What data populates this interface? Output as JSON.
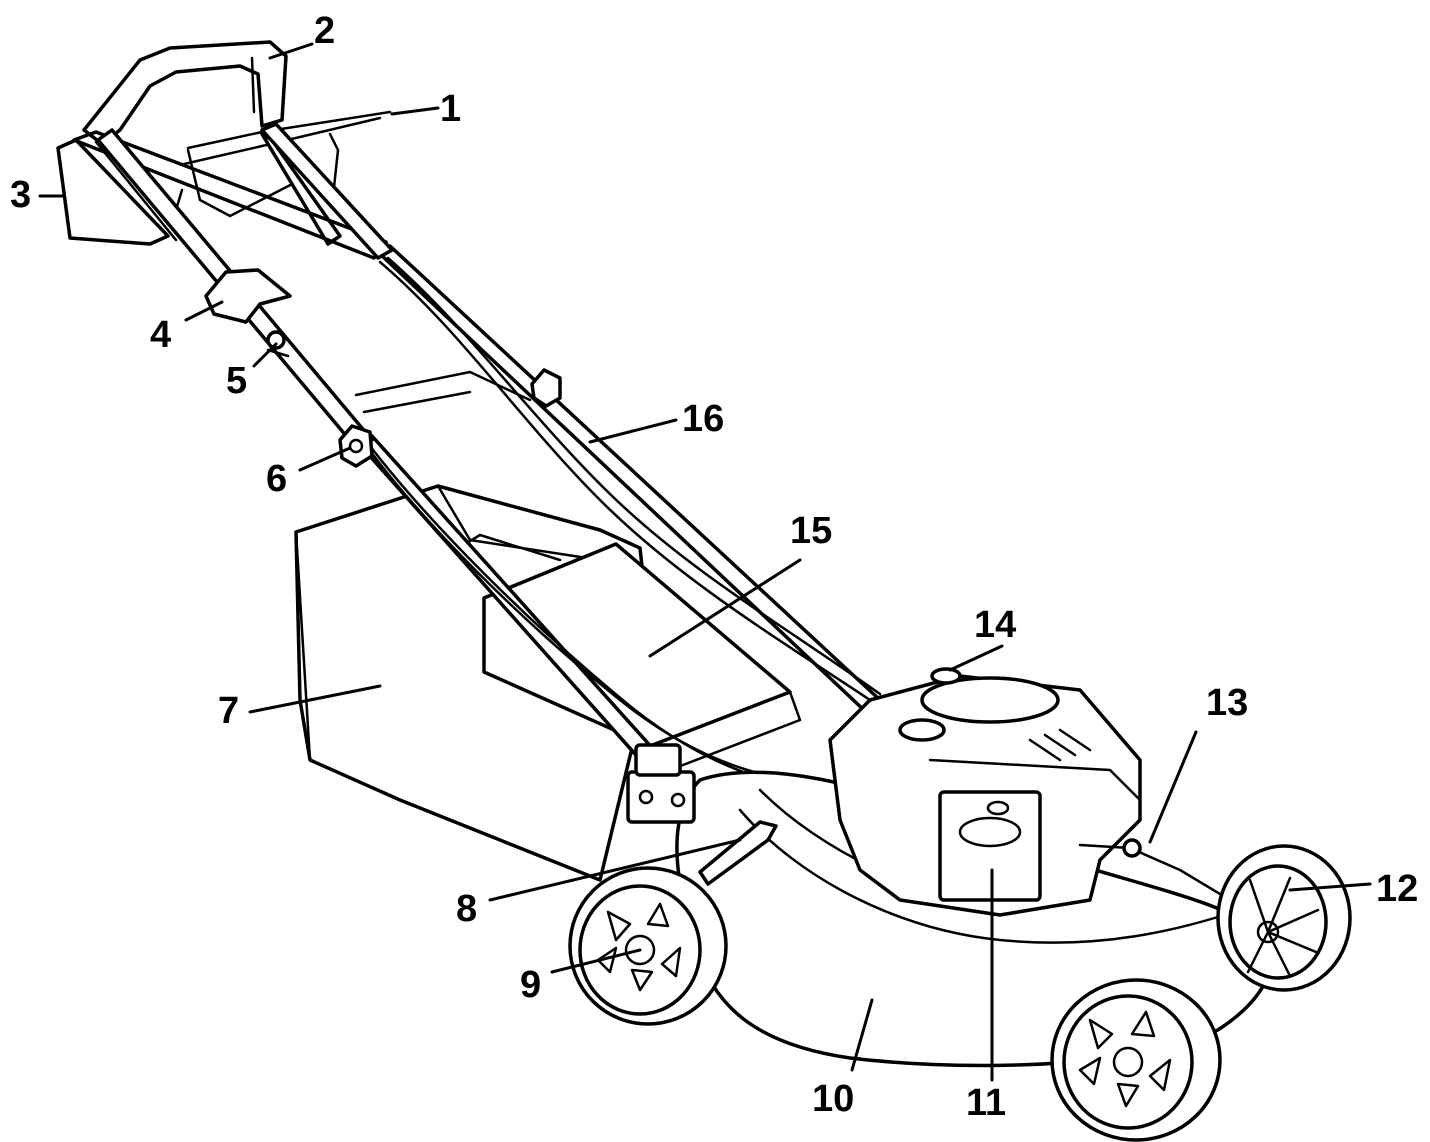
{
  "callouts": [
    {
      "id": "1",
      "label": "1"
    },
    {
      "id": "2",
      "label": "2"
    },
    {
      "id": "3",
      "label": "3"
    },
    {
      "id": "4",
      "label": "4"
    },
    {
      "id": "5",
      "label": "5"
    },
    {
      "id": "6",
      "label": "6"
    },
    {
      "id": "7",
      "label": "7"
    },
    {
      "id": "8",
      "label": "8"
    },
    {
      "id": "9",
      "label": "9"
    },
    {
      "id": "10",
      "label": "10"
    },
    {
      "id": "11",
      "label": "11"
    },
    {
      "id": "12",
      "label": "12"
    },
    {
      "id": "13",
      "label": "13"
    },
    {
      "id": "14",
      "label": "14"
    },
    {
      "id": "15",
      "label": "15"
    },
    {
      "id": "16",
      "label": "16"
    }
  ],
  "colors": {
    "line": "#000000",
    "background": "#ffffff"
  }
}
